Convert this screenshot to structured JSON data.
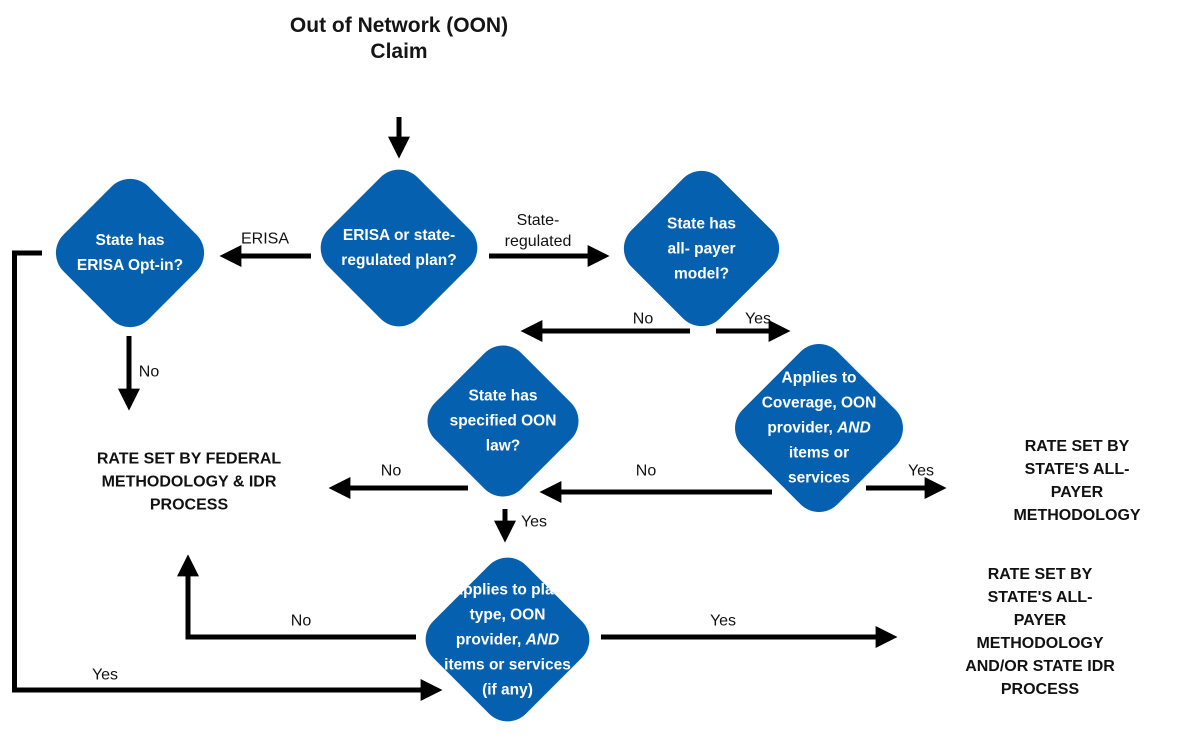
{
  "title": "Out of Network (OON)\nClaim",
  "colors": {
    "node_fill": "#0561AF",
    "node_text": "#FFFFFF",
    "connector": "#000000",
    "label_text": "#111111"
  },
  "nodes": {
    "plan_type": {
      "label": "ERISA or state-\nregulated plan?"
    },
    "erisa_opt_in": {
      "label": "State has\nERISA Opt-in?"
    },
    "all_payer_model": {
      "label": "State has\nall- payer\nmodel?"
    },
    "oon_law": {
      "label": "State has\nspecified OON\nlaw?"
    },
    "coverage_scope": {
      "label_pre": "Applies to\nCoverage, OON\nprovider, ",
      "label_emph": "AND",
      "label_post": "\nitems or\nservices"
    },
    "plan_scope": {
      "label_pre": "Applies to plan\ntype, OON\nprovider, ",
      "label_emph": "AND",
      "label_post": "\nitems or services\n(if any)"
    }
  },
  "outcomes": {
    "federal": {
      "label": "RATE SET BY FEDERAL\nMETHODOLOGY & IDR\nPROCESS"
    },
    "state_all_payer": {
      "label": "RATE SET BY STATE'S ALL-\nPAYER METHODOLOGY"
    },
    "state_idr": {
      "label": "RATE SET BY STATE'S ALL-\nPAYER METHODOLOGY\nAND/OR STATE IDR PROCESS"
    }
  },
  "edge_labels": {
    "plan_type_erisa": "ERISA",
    "plan_type_state": "State-\nregulated",
    "opt_in_no": "No",
    "opt_in_yes": "Yes",
    "all_payer_no": "No",
    "all_payer_yes": "Yes",
    "oon_law_no": "No",
    "oon_law_yes": "Yes",
    "coverage_no": "No",
    "coverage_yes": "Yes",
    "plan_scope_no": "No",
    "plan_scope_yes": "Yes"
  }
}
